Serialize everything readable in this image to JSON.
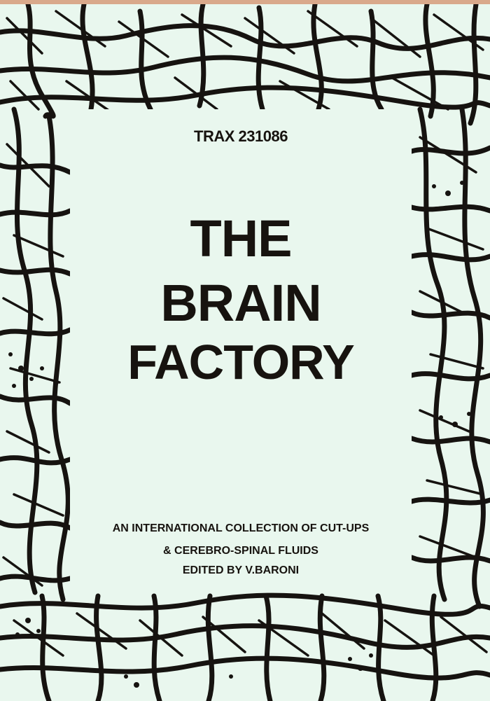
{
  "cover": {
    "catalog_number": "TRAX 231086",
    "title_lines": [
      "THE",
      "BRAIN",
      "FACTORY"
    ],
    "subtitle_lines": [
      "AN INTERNATIONAL COLLECTION OF CUT-UPS",
      "& CEREBRO-SPINAL FLUIDS",
      "EDITED BY V.BARONI"
    ],
    "border_illustration": "neuron-network-woodcut"
  },
  "colors": {
    "paper": "#e9f7ee",
    "ink": "#161310",
    "background": "#d9a98b"
  }
}
